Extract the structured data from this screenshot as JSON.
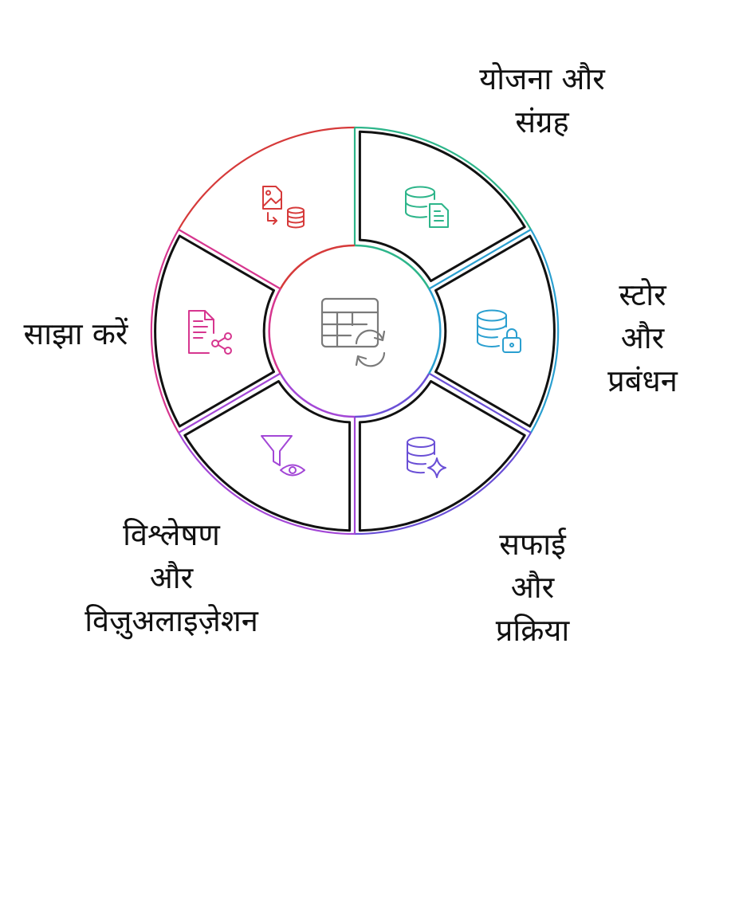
{
  "diagram": {
    "center_icon": "table-sync-icon",
    "segments": [
      {
        "id": "plan-collect",
        "color": "#2db58a",
        "icon": "database-document-icon",
        "label_lines": [
          "योजना और",
          "संग्रह"
        ]
      },
      {
        "id": "store-manage",
        "color": "#2a9fd0",
        "icon": "database-lock-icon",
        "label_lines": [
          "स्टोर",
          "और",
          "प्रबंधन"
        ]
      },
      {
        "id": "clean-process",
        "color": "#6a4fd6",
        "icon": "database-sparkle-icon",
        "label_lines": [
          "सफाई",
          "और",
          "प्रक्रिया"
        ]
      },
      {
        "id": "analyze-visualize",
        "color": "#a347d6",
        "icon": "filter-eye-icon",
        "label_lines": [
          "विश्लेषण",
          "और",
          "विज़ुअलाइज़ेशन"
        ]
      },
      {
        "id": "share",
        "color": "#d6368f",
        "icon": "document-share-icon",
        "label_lines": [
          "साझा करें"
        ]
      },
      {
        "id": "import",
        "color": "#d63a3a",
        "icon": "image-to-database-icon",
        "label_lines": []
      }
    ]
  }
}
